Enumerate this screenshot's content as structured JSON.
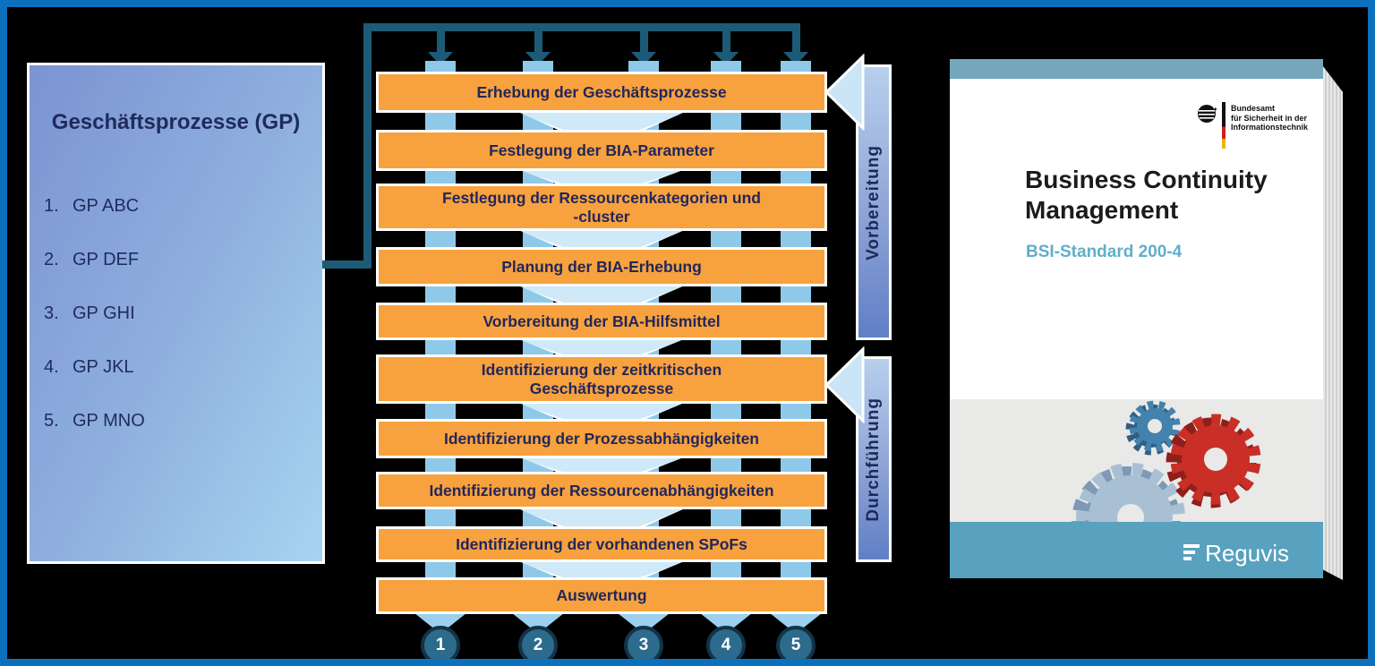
{
  "diagram": {
    "left_panel": {
      "title": "Geschäftsprozesse (GP)",
      "items": [
        {
          "num": "1.",
          "label": "GP ABC"
        },
        {
          "num": "2.",
          "label": "GP DEF"
        },
        {
          "num": "3.",
          "label": "GP GHI"
        },
        {
          "num": "4.",
          "label": "GP JKL"
        },
        {
          "num": "5.",
          "label": "GP MNO"
        }
      ]
    },
    "steps": [
      {
        "label": "Erhebung der Geschäftsprozesse"
      },
      {
        "label": "Festlegung der BIA-Parameter"
      },
      {
        "label": "Festlegung der Ressourcenkategorien und\n-cluster"
      },
      {
        "label": "Planung der BIA-Erhebung"
      },
      {
        "label": "Vorbereitung der BIA-Hilfsmittel"
      },
      {
        "label": "Identifizierung der zeitkritischen\nGeschäftsprozesse"
      },
      {
        "label": "Identifizierung der Prozessabhängigkeiten"
      },
      {
        "label": "Identifizierung der Ressourcenabhängigkeiten"
      },
      {
        "label": "Identifizierung der vorhandenen SPoFs"
      },
      {
        "label": "Auswertung"
      }
    ],
    "phases": [
      {
        "label": "Vorbereitung"
      },
      {
        "label": "Durchführung"
      }
    ],
    "lane_numbers": [
      "1",
      "2",
      "3",
      "4",
      "5"
    ]
  },
  "book": {
    "org_lines": [
      "Bundesamt",
      "für Sicherheit in der",
      "Informationstechnik"
    ],
    "title": "Business Continuity Management",
    "subtitle": "BSI-Standard 200-4",
    "publisher": "Reguvis"
  },
  "colors": {
    "step_bar_orange": "#f7a23e",
    "lane_strip_blue": "#8fc9ea",
    "funnel_blue": "#cfe9f8",
    "connector_teal": "#1d5a78",
    "outer_border_blue": "#0d70bd",
    "book_band_blue": "#58a1bf",
    "subtitle_blue": "#60aecb",
    "gear_blue": "#4382ad",
    "gear_red": "#c92f26",
    "gear_gray": "#a9c0d4"
  }
}
